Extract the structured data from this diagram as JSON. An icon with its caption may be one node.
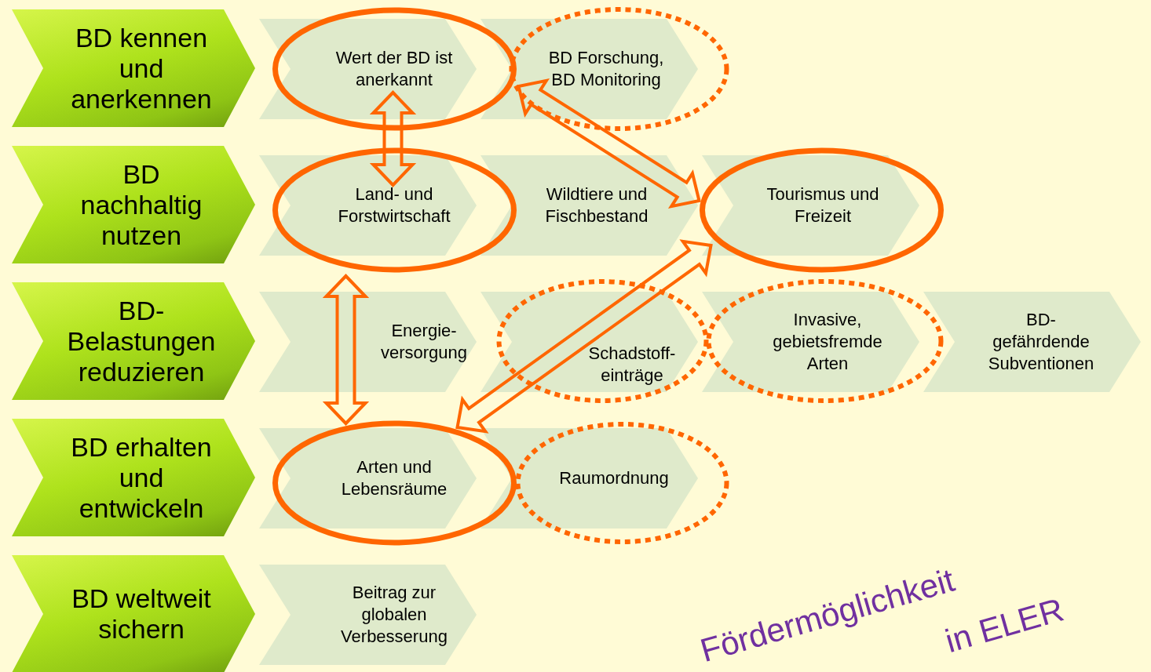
{
  "diagram": {
    "nodes": [
      {
        "text": [
          "BD kennen und anerkennen"
        ]
      },
      {
        "text": [
          "Wert der BD ist anerkannt"
        ]
      },
      {
        "text": [
          "BD Forschung, BD Monitoring"
        ]
      },
      {
        "text": [
          "BD nachhaltig nutzen"
        ]
      },
      {
        "text": [
          "Land- und Forstwirtschaft"
        ]
      },
      {
        "text": [
          "Wildtiere und Fischbestand"
        ]
      },
      {
        "text": [
          "Tourismus und Freizeit"
        ]
      },
      {
        "text": [
          "BD- Belastungen reduzieren"
        ]
      },
      {
        "text": [
          "Energie- versorgung"
        ]
      },
      {
        "text": [
          "Schadstoff- einträge"
        ]
      },
      {
        "text": [
          "Invasive, gebietsfremde Arten"
        ]
      },
      {
        "text": [
          "BD- gefährdende Subventionen"
        ]
      },
      {
        "text": [
          "BD erhalten und entwickeln"
        ]
      },
      {
        "text": [
          "Arten und Lebensräume"
        ]
      },
      {
        "text": [
          "Raumordnung"
        ]
      },
      {
        "text": [
          "BD weltweit sichern"
        ]
      },
      {
        "text": [
          "Beitrag zur globalen Verbesserung"
        ]
      }
    ],
    "edges": [
      {
        "from": 1,
        "to": 4,
        "arrow": "both"
      },
      {
        "from": 4,
        "to": 13,
        "arrow": "both"
      },
      {
        "from": 1,
        "to": 6,
        "arrow": "both"
      },
      {
        "from": 6,
        "to": 13,
        "arrow": "both"
      }
    ],
    "labels": [
      "Fördermöglichkeit",
      "in ELER"
    ]
  }
}
